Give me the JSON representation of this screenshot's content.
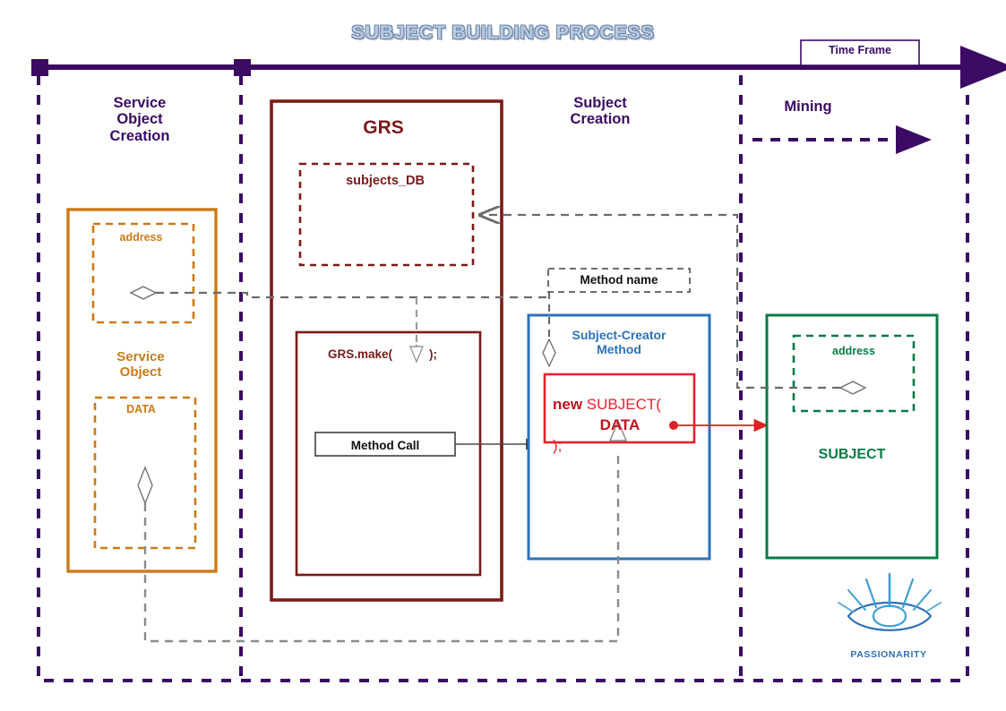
{
  "title": "SUBJECT BUILDING PROCESS",
  "timeline": {
    "frame_label": "Time Frame",
    "color": "#3b0a63"
  },
  "phases": [
    {
      "id": "service-object-creation",
      "label": "Service\nObject\nCreation"
    },
    {
      "id": "subject-creation",
      "label": "Subject\nCreation"
    },
    {
      "id": "mining",
      "label": "Mining"
    }
  ],
  "service_object": {
    "container_label": "Service\nObject",
    "address_label": "address",
    "data_label": "DATA",
    "color": "#cc7a18"
  },
  "grs": {
    "title": "GRS",
    "subjects_db_label": "subjects_DB",
    "make_call_prefix": "GRS.make(",
    "make_call_suffix": ");",
    "method_call_label": "Method Call",
    "color": "#7b1a1a"
  },
  "subject_creator": {
    "title": "Subject-Creator\nMethod",
    "method_name_label": "Method name",
    "code": {
      "keyword": "new",
      "class_name": "SUBJECT(",
      "argument": "DATA",
      "close": ");"
    },
    "color": "#2c72b8",
    "code_color": "#e8212c"
  },
  "subject": {
    "label": "SUBJECT",
    "address_label": "address",
    "color": "#0a7a47"
  },
  "logo": {
    "text": "PASSIONARITY",
    "color": "#2f6fb5"
  }
}
